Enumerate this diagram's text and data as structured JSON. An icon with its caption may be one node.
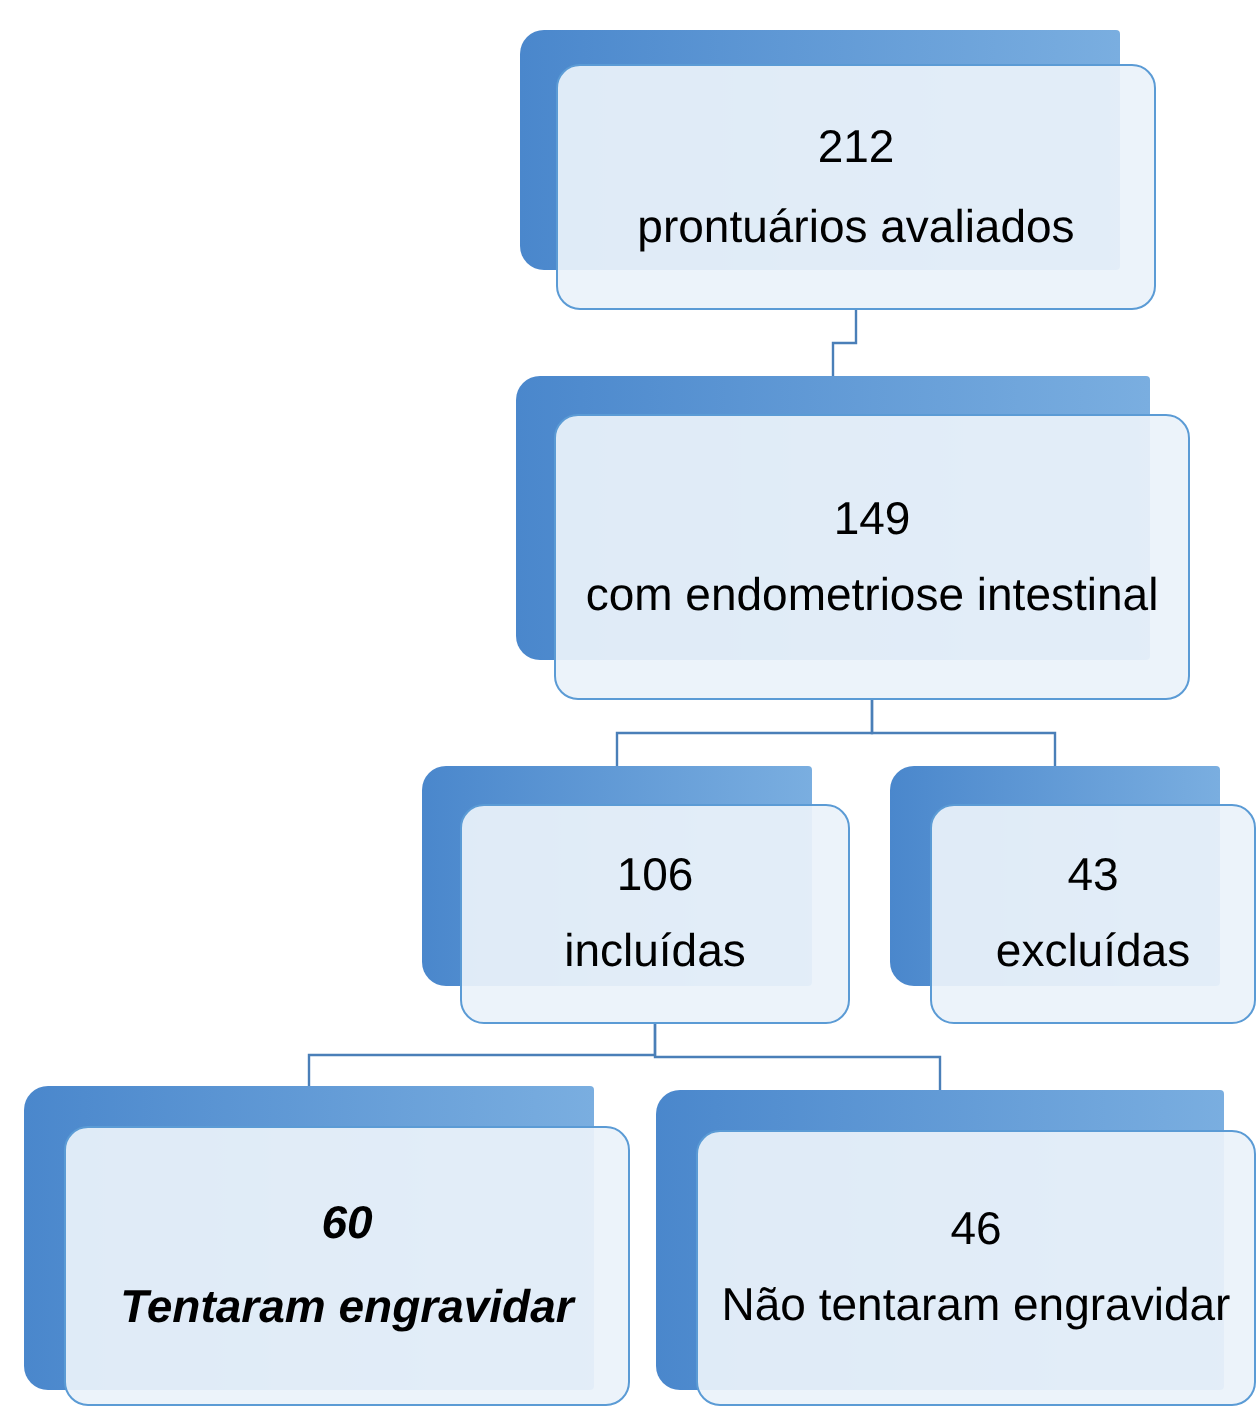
{
  "diagram": {
    "nodes": [
      {
        "text": [
          "212",
          "prontuários avaliados"
        ]
      },
      {
        "text": [
          "149",
          "com endometriose intestinal"
        ]
      },
      {
        "text": [
          "106",
          "incluídas"
        ]
      },
      {
        "text": [
          "43",
          "excluídas"
        ]
      },
      {
        "text": [
          "60",
          "Tentaram engravidar"
        ]
      },
      {
        "text": [
          "46",
          "Não tentaram engravidar"
        ]
      }
    ],
    "edges": [
      {
        "from": 0,
        "to": 1,
        "arrow": "none"
      },
      {
        "from": 1,
        "to": 2,
        "arrow": "none"
      },
      {
        "from": 1,
        "to": 3,
        "arrow": "none"
      },
      {
        "from": 2,
        "to": 4,
        "arrow": "none"
      },
      {
        "from": 2,
        "to": 5,
        "arrow": "none"
      }
    ]
  }
}
